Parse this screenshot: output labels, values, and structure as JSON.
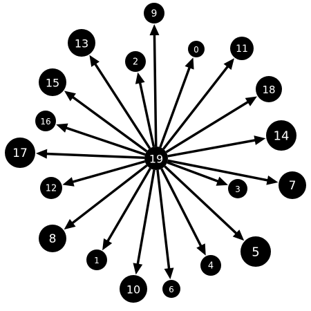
{
  "graph": {
    "center": "19",
    "nodes": [
      "19",
      "9",
      "13",
      "2",
      "0",
      "11",
      "15",
      "18",
      "16",
      "14",
      "17",
      "7",
      "12",
      "3",
      "8",
      "5",
      "1",
      "4",
      "10",
      "6"
    ],
    "edges": [
      {
        "from": "19",
        "to": "9"
      },
      {
        "from": "19",
        "to": "13"
      },
      {
        "from": "19",
        "to": "2"
      },
      {
        "from": "19",
        "to": "0"
      },
      {
        "from": "19",
        "to": "11"
      },
      {
        "from": "19",
        "to": "15"
      },
      {
        "from": "19",
        "to": "18"
      },
      {
        "from": "19",
        "to": "16"
      },
      {
        "from": "19",
        "to": "14"
      },
      {
        "from": "19",
        "to": "17"
      },
      {
        "from": "19",
        "to": "7"
      },
      {
        "from": "19",
        "to": "12"
      },
      {
        "from": "19",
        "to": "3"
      },
      {
        "from": "19",
        "to": "8"
      },
      {
        "from": "19",
        "to": "5"
      },
      {
        "from": "19",
        "to": "1"
      },
      {
        "from": "19",
        "to": "4"
      },
      {
        "from": "19",
        "to": "10"
      },
      {
        "from": "19",
        "to": "6"
      }
    ],
    "colors": {
      "node_fill": "#000000",
      "label": "#ffffff",
      "edge": "#000000"
    }
  }
}
